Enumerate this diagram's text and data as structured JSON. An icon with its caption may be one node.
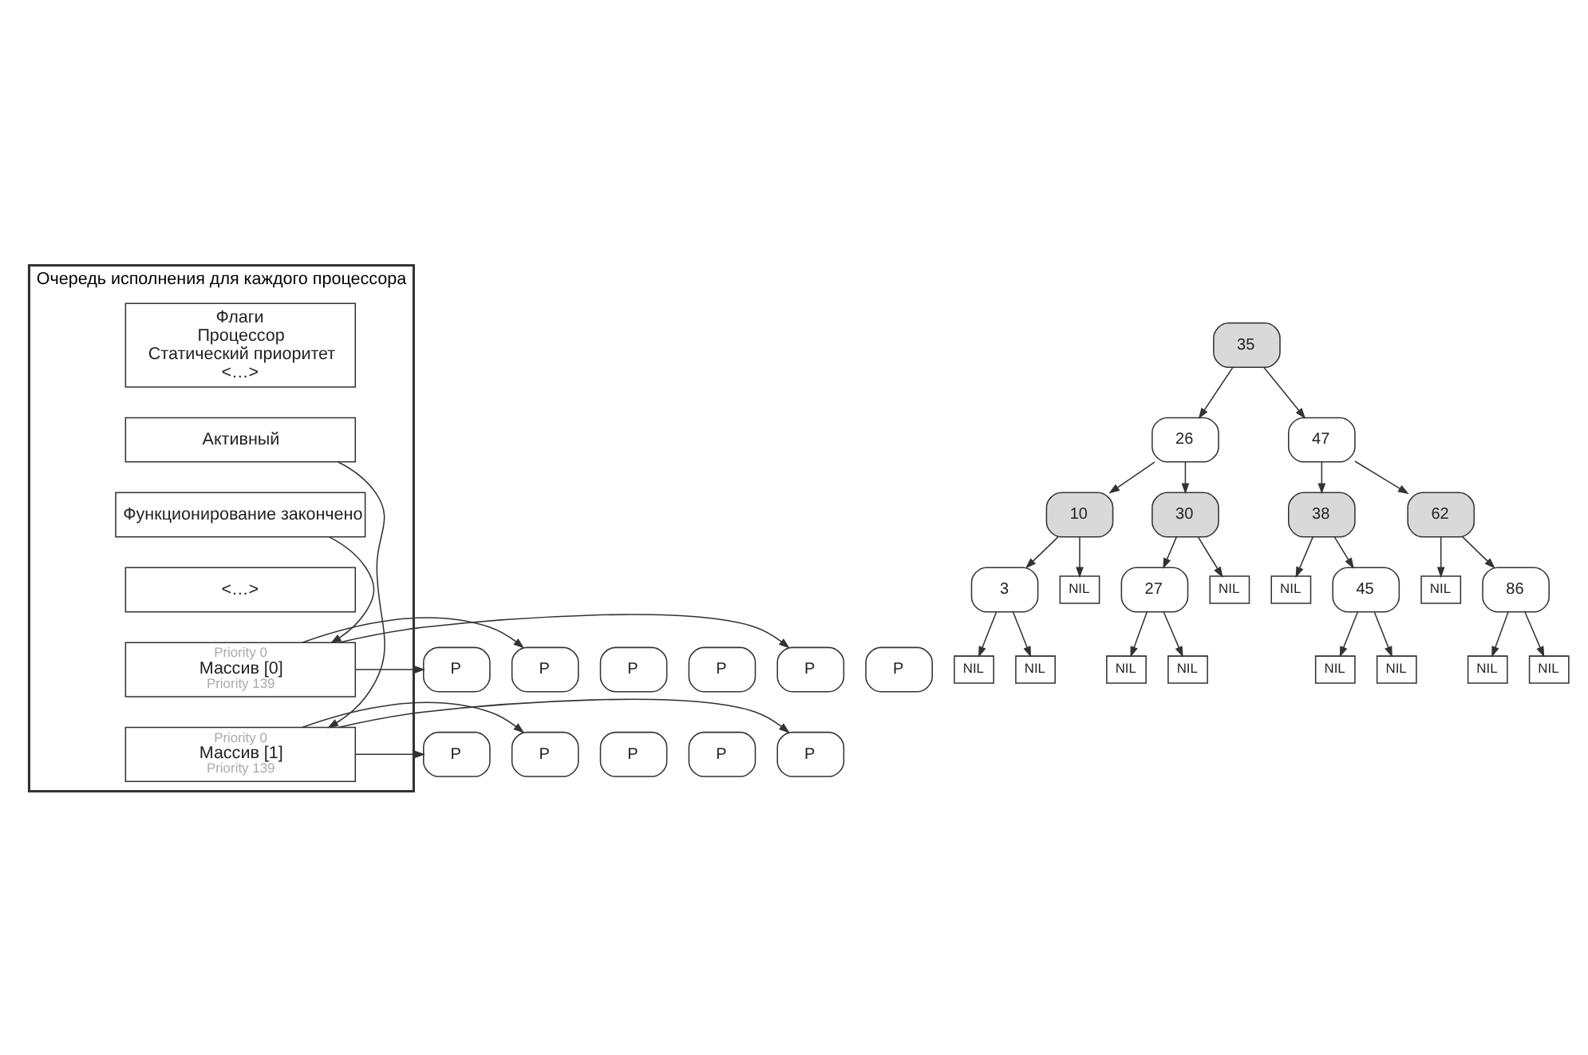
{
  "diagram": {
    "nodes": [
      {
        "text": [
          "Очередь исполнения для каждого процессора"
        ]
      },
      {
        "text": [
          "Флаги",
          "Процессор",
          "Статический приоритет",
          "<…>"
        ],
        "in": 0
      },
      {
        "text": [
          "Активный"
        ],
        "in": 0
      },
      {
        "text": [
          "Функционирование закончено"
        ],
        "in": 0
      },
      {
        "text": [
          "<…>"
        ],
        "in": 0
      },
      {
        "text": [
          "Priority 0",
          "Массив [0]",
          "Priority 139"
        ],
        "in": 0
      },
      {
        "text": [
          "Priority 0",
          "Массив [1]",
          "Priority 139"
        ],
        "in": 0
      },
      {
        "text": [
          "P"
        ]
      },
      {
        "text": [
          "P"
        ]
      },
      {
        "text": [
          "P"
        ]
      },
      {
        "text": [
          "P"
        ]
      },
      {
        "text": [
          "P"
        ]
      },
      {
        "text": [
          "P"
        ]
      },
      {
        "text": [
          "P"
        ]
      },
      {
        "text": [
          "P"
        ]
      },
      {
        "text": [
          "P"
        ]
      },
      {
        "text": [
          "P"
        ]
      },
      {
        "text": [
          "P"
        ]
      },
      {
        "text": [
          "35"
        ]
      },
      {
        "text": [
          "26"
        ]
      },
      {
        "text": [
          "47"
        ]
      },
      {
        "text": [
          "10"
        ]
      },
      {
        "text": [
          "30"
        ]
      },
      {
        "text": [
          "38"
        ]
      },
      {
        "text": [
          "62"
        ]
      },
      {
        "text": [
          "3"
        ]
      },
      {
        "text": [
          "NIL"
        ]
      },
      {
        "text": [
          "27"
        ]
      },
      {
        "text": [
          "NIL"
        ]
      },
      {
        "text": [
          "NIL"
        ]
      },
      {
        "text": [
          "45"
        ]
      },
      {
        "text": [
          "NIL"
        ]
      },
      {
        "text": [
          "86"
        ]
      },
      {
        "text": [
          "NIL"
        ]
      },
      {
        "text": [
          "NIL"
        ]
      },
      {
        "text": [
          "NIL"
        ]
      },
      {
        "text": [
          "NIL"
        ]
      },
      {
        "text": [
          "NIL"
        ]
      },
      {
        "text": [
          "NIL"
        ]
      },
      {
        "text": [
          "NIL"
        ]
      },
      {
        "text": [
          "NIL"
        ]
      }
    ],
    "edges": [
      {
        "from": 2,
        "to": 6,
        "arrow": "to"
      },
      {
        "from": 3,
        "to": 5,
        "arrow": "to"
      },
      {
        "from": 5,
        "to": 7,
        "arrow": "to"
      },
      {
        "from": 5,
        "to": 8,
        "arrow": "to"
      },
      {
        "from": 5,
        "to": 11,
        "arrow": "to"
      },
      {
        "from": 6,
        "to": 13,
        "arrow": "to"
      },
      {
        "from": 6,
        "to": 14,
        "arrow": "to"
      },
      {
        "from": 6,
        "to": 17,
        "arrow": "to"
      },
      {
        "from": 18,
        "to": 19,
        "arrow": "to"
      },
      {
        "from": 18,
        "to": 20,
        "arrow": "to"
      },
      {
        "from": 19,
        "to": 21,
        "arrow": "to"
      },
      {
        "from": 19,
        "to": 22,
        "arrow": "to"
      },
      {
        "from": 20,
        "to": 23,
        "arrow": "to"
      },
      {
        "from": 20,
        "to": 24,
        "arrow": "to"
      },
      {
        "from": 21,
        "to": 25,
        "arrow": "to"
      },
      {
        "from": 21,
        "to": 26,
        "arrow": "to"
      },
      {
        "from": 22,
        "to": 27,
        "arrow": "to"
      },
      {
        "from": 22,
        "to": 28,
        "arrow": "to"
      },
      {
        "from": 23,
        "to": 29,
        "arrow": "to"
      },
      {
        "from": 23,
        "to": 30,
        "arrow": "to"
      },
      {
        "from": 24,
        "to": 31,
        "arrow": "to"
      },
      {
        "from": 24,
        "to": 32,
        "arrow": "to"
      },
      {
        "from": 25,
        "to": 33,
        "arrow": "to"
      },
      {
        "from": 25,
        "to": 34,
        "arrow": "to"
      },
      {
        "from": 27,
        "to": 35,
        "arrow": "to"
      },
      {
        "from": 27,
        "to": 36,
        "arrow": "to"
      },
      {
        "from": 30,
        "to": 37,
        "arrow": "to"
      },
      {
        "from": 30,
        "to": 38,
        "arrow": "to"
      },
      {
        "from": 32,
        "to": 39,
        "arrow": "to"
      },
      {
        "from": 32,
        "to": 40,
        "arrow": "to"
      }
    ]
  }
}
